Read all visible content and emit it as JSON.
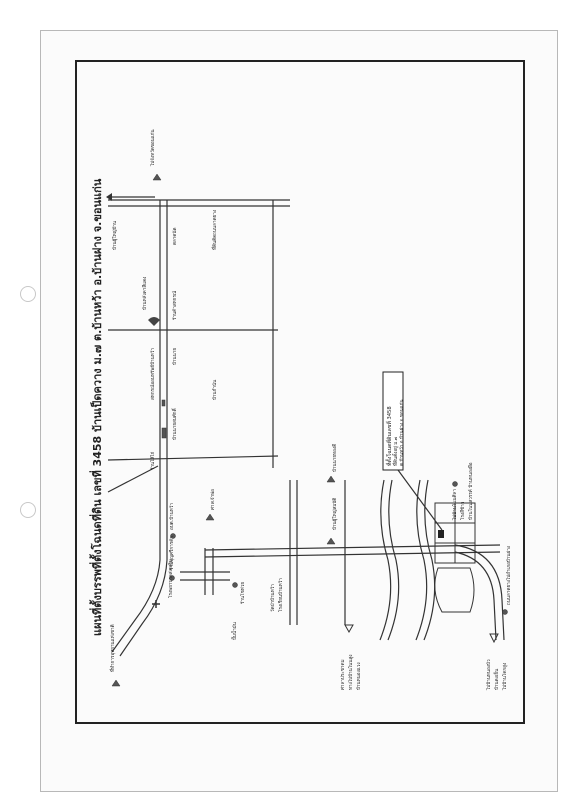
{
  "map": {
    "title": "แผนที่ตั้งบรรพที่ตั้งโฉนดที่ดิน เลขที่ 3458 บ้านเป็ดควาง ม.๗ ต.บ้านหว้า อ.บ้านฝาง จ.ขอนแก่น",
    "colors": {
      "road": "#333333",
      "marker": "#555555",
      "river": "#333333",
      "frame": "#222222"
    },
    "landmarks": [
      {
        "id": "l01",
        "label": "ที่ทำการอุทยานแห่งชาติ"
      },
      {
        "id": "l02",
        "label": "ไปจังหวัดขอนแก่น"
      },
      {
        "id": "l03",
        "label": "โรงพยาบาลส่งเสริม"
      },
      {
        "id": "l04",
        "label": "ศาลเจ้าพ่อ"
      },
      {
        "id": "l05",
        "label": "ร้านบุญศรีการค้า"
      },
      {
        "id": "l06",
        "label": "อบต.บ้านหว้า"
      },
      {
        "id": "l07",
        "label": "ร้านไส้ไก่"
      },
      {
        "id": "l08",
        "label": "สหกรณ์ออมทรัพย์บ้านหว้า"
      },
      {
        "id": "l09",
        "label": "บ้านหลังคาสีแดง"
      },
      {
        "id": "l10",
        "label": "บ้านนายสมศักดิ์"
      },
      {
        "id": "l11",
        "label": "บ้านนาย"
      },
      {
        "id": "l12",
        "label": "ร้านค้าสหกรณ์"
      },
      {
        "id": "l13",
        "label": "ตลาดนัด"
      },
      {
        "id": "l14",
        "label": "บ้านกำนัน"
      },
      {
        "id": "l15",
        "label": "ที่ดินติดถนนลาดยาง"
      },
      {
        "id": "l16",
        "label": "บ้านผู้ใหญ่บ้าน"
      },
      {
        "id": "l17",
        "label": "ปั๊มน้ำมัน"
      },
      {
        "id": "l18",
        "label": "ร้านโชห่วย"
      },
      {
        "id": "l19",
        "label": "วัดป่าบ้านหว้า"
      },
      {
        "id": "l20",
        "label": "โรงเรียนบ้านหว้า"
      },
      {
        "id": "l21",
        "label": "บ้านผู้ใหญ่สมบัติ"
      },
      {
        "id": "l22",
        "label": "บ้านนายทองดี"
      },
      {
        "id": "l23",
        "label": "ศาลาประชาคม"
      },
      {
        "id": "l24",
        "label": "ทางไปบ้านโนนสูง"
      },
      {
        "id": "l25",
        "label": "บ้านหนองแวง"
      },
      {
        "id": "l26",
        "label": "ไปบ้านโนนศิลา"
      },
      {
        "id": "l27",
        "label": "โรงสีข้าว"
      },
      {
        "id": "l28",
        "label": "บ้านโนนสวรรค์ บ้านหนองผือ"
      },
      {
        "id": "l29",
        "label": "ไปบ้านหนองบัว"
      },
      {
        "id": "l30",
        "label": "บ้านดงเย็น"
      },
      {
        "id": "l31",
        "label": "ไปบ้านโคกสูง"
      },
      {
        "id": "l32",
        "label": "ถนนลาดยางไปอำเภอบ้านฝาง"
      }
    ],
    "infobox": {
      "line1": "ที่ตั้งโฉนดที่ดินเลขที่ 3458",
      "line2": "ที่ดินตั้งอยู่ ม.๗",
      "line3": "ต.บ้านหว้า อ.บ้านฝาง จ.ขอนแก่น"
    }
  }
}
